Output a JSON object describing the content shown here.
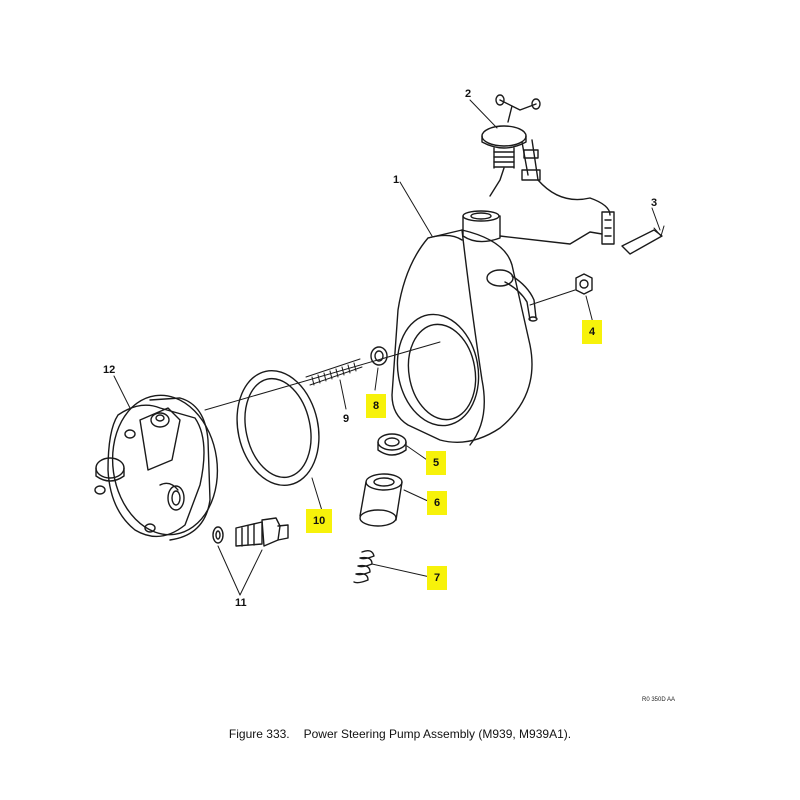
{
  "figure": {
    "number_label": "Figure  333.",
    "title": "Power Steering Pump Assembly (M939, M939A1).",
    "drawing_code": "R0 350D AA"
  },
  "callouts": [
    {
      "number": "1",
      "highlighted": false
    },
    {
      "number": "2",
      "highlighted": false
    },
    {
      "number": "3",
      "highlighted": false
    },
    {
      "number": "4",
      "highlighted": true
    },
    {
      "number": "5",
      "highlighted": true
    },
    {
      "number": "6",
      "highlighted": true
    },
    {
      "number": "7",
      "highlighted": true
    },
    {
      "number": "8",
      "highlighted": true
    },
    {
      "number": "9",
      "highlighted": false
    },
    {
      "number": "10",
      "highlighted": true
    },
    {
      "number": "11",
      "highlighted": false
    },
    {
      "number": "12",
      "highlighted": false
    }
  ],
  "colors": {
    "highlight": "#f7f20a",
    "line": "#1a1a1a"
  }
}
